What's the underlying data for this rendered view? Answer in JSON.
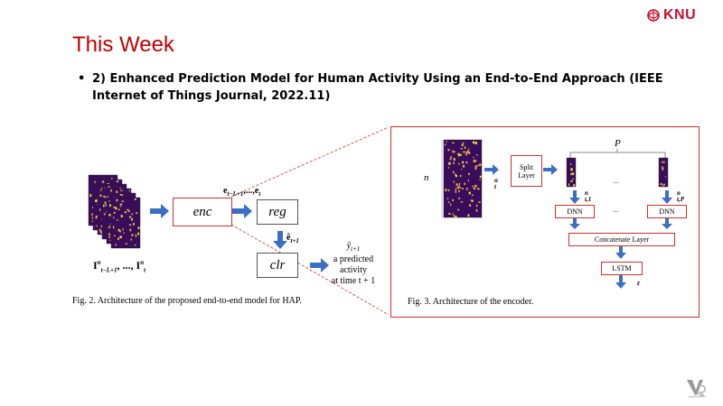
{
  "header": {
    "logo_text": "KNU",
    "title": "This Week"
  },
  "bullet": {
    "marker": "•",
    "text": "2) Enhanced Prediction Model for Human Activity Using an End-to-End Approach (IEEE Internet of Things Journal, 2022.11)"
  },
  "fig2": {
    "enc_label": "enc",
    "reg_label": "reg",
    "clr_label": "clr",
    "e_seq_label": "e",
    "e_hat_label": "ê",
    "input_label": "I",
    "output_lines": [
      "ŷ",
      "a predicted",
      "activity",
      "at time t + 1"
    ],
    "caption": "Fig. 2.    Architecture of the proposed end-to-end model for HAP."
  },
  "fig3": {
    "p_label": "P",
    "n_label": "n",
    "split_label": "Split Layer",
    "dnn_label": "DNN",
    "concat_label": "Concatenate Layer",
    "lstm_label": "LSTM",
    "ellipsis": "...",
    "caption": "Fig. 3.    Architecture of the encoder."
  },
  "colors": {
    "title_red": "#c00000",
    "box_red": "#d32f2f",
    "arrow_blue": "#3a6fc4",
    "heatmap_bg": "#3a0c5c",
    "heatmap_hi": "#f0e442"
  },
  "icons": {
    "logo": "knu-logo-icon",
    "watermark": "virtual-reality-lab-icon"
  }
}
